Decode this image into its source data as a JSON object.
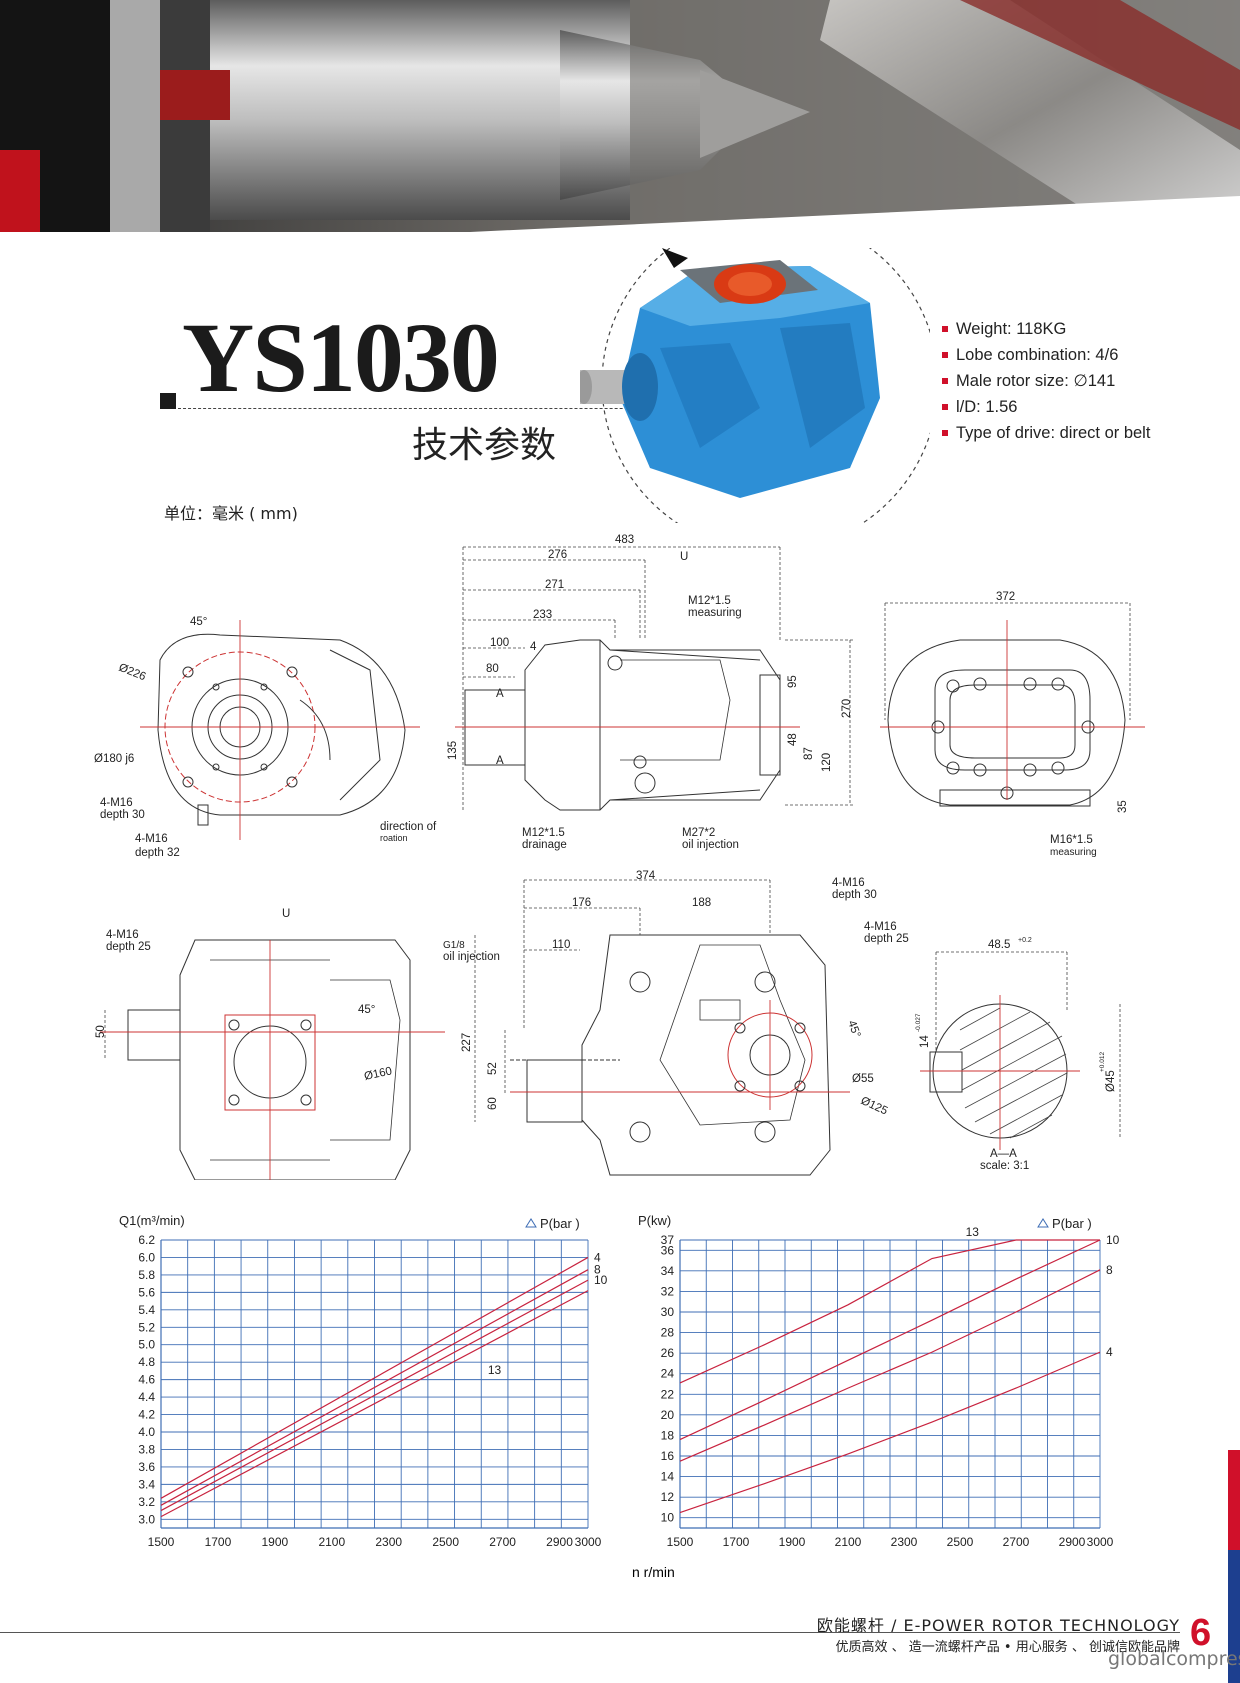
{
  "header": {
    "model": "YS1030",
    "subtitle": "技术参数"
  },
  "specs": [
    "Weight: 118KG",
    "Lobe combination: 4/6",
    "Male rotor size: ∅141",
    "l/D: 1.56",
    "Type of drive: direct or belt"
  ],
  "unit_label": "单位：毫米 ( mm)",
  "drawings": {
    "front": {
      "angle": "45°",
      "dia226": "Ø226",
      "dia180": "Ø180  j6",
      "bolt1": "4-M16",
      "bolt1_depth": "depth 30",
      "bolt2": "4-M16",
      "bolt2_depth": "depth 32",
      "rotation": "direction of",
      "rotation2": "roation"
    },
    "side": {
      "d483": "483",
      "d276": "276",
      "d271": "271",
      "d233": "233",
      "d100": "100",
      "d4": "4",
      "d80": "80",
      "u": "U",
      "a1": "A",
      "a2": "A",
      "d135": "135",
      "d95": "95",
      "d270": "270",
      "d48": "48",
      "d87": "87",
      "d120": "120",
      "measure_label": "M12*1.5",
      "measure_sub": "measuring",
      "drain_label": "M12*1.5",
      "drain_sub": "drainage",
      "oil_label": "M27*2",
      "oil_sub": "oil injection"
    },
    "end": {
      "d372": "372",
      "d35": "35",
      "thread": "M16*1.5",
      "thread_sub": "measuring"
    },
    "top": {
      "u": "U",
      "bolt": "4-M16",
      "bolt_depth": "depth 25",
      "d50": "50",
      "angle": "45°",
      "dia160": "Ø160"
    },
    "rear": {
      "d374": "374",
      "d176": "176",
      "d188": "188",
      "d110": "110",
      "g18": "G1/8",
      "g18_sub": "oil injection",
      "d227": "227",
      "d52": "52",
      "d60": "60",
      "bolt_a": "4-M16",
      "bolt_a_depth": "depth 30",
      "bolt_b": "4-M16",
      "bolt_b_depth": "depth 25",
      "angle": "45°",
      "dia55": "Ø55",
      "dia125": "Ø125"
    },
    "section": {
      "width": "48.5",
      "width_tol": "+0.2",
      "key": "14",
      "key_tol": "-0.027",
      "dia": "Ø45",
      "dia_tol": "+0.012",
      "title": "A—A",
      "scale": "scale: 3:1"
    }
  },
  "chart_data": [
    {
      "type": "line",
      "ylabel": "Q1(m³/min)",
      "legend": "P(bar )",
      "xlabel": "n  r/min",
      "x": [
        1500,
        3000
      ],
      "xticks": [
        1500,
        1700,
        1900,
        2100,
        2300,
        2500,
        2700,
        2900,
        3000
      ],
      "xlim": [
        1500,
        3000
      ],
      "ylim": [
        2.9,
        6.2
      ],
      "yticks": [
        3.0,
        3.2,
        3.4,
        3.6,
        3.8,
        4.0,
        4.2,
        4.4,
        4.6,
        4.8,
        5.0,
        5.2,
        5.4,
        5.6,
        5.8,
        6.0,
        6.2
      ],
      "series": [
        {
          "name": "4",
          "values": [
            3.24,
            6.0
          ]
        },
        {
          "name": "8",
          "values": [
            3.16,
            5.86
          ]
        },
        {
          "name": "10",
          "values": [
            3.1,
            5.74
          ]
        },
        {
          "name": "13",
          "values": [
            3.03,
            5.62
          ]
        }
      ],
      "annotations": [
        {
          "text": "13",
          "x": 2620,
          "y": 4.71
        }
      ],
      "grid": true
    },
    {
      "type": "line",
      "ylabel": "P(kw)",
      "legend": "P(bar )",
      "xlabel": "",
      "x": [
        1500,
        1800,
        2100,
        2400,
        2700,
        3000
      ],
      "xticks": [
        1500,
        1700,
        1900,
        2100,
        2300,
        2500,
        2700,
        2900,
        3000
      ],
      "xlim": [
        1500,
        3000
      ],
      "ylim": [
        9,
        37
      ],
      "yticks": [
        10,
        12,
        14,
        16,
        18,
        20,
        22,
        24,
        26,
        28,
        30,
        32,
        34,
        36,
        37
      ],
      "series": [
        {
          "name": "4",
          "values": [
            10.5,
            13.3,
            16.2,
            19.3,
            22.6,
            26.1
          ]
        },
        {
          "name": "8",
          "values": [
            15.5,
            19.0,
            22.6,
            26.1,
            30.0,
            34.1
          ]
        },
        {
          "name": "10",
          "values": [
            17.6,
            21.4,
            25.3,
            29.2,
            33.2,
            37.0
          ]
        },
        {
          "name": "13",
          "values": [
            23.1,
            26.8,
            30.7,
            35.2,
            37.0,
            37.0
          ]
        }
      ],
      "grid": true
    }
  ],
  "footer": {
    "brand": "欧能螺杆 / E-POWER ROTOR TECHNOLOGY",
    "slogan": "优质高效 、 造一流螺杆产品 •  用心服务 、 创诚信欧能品牌",
    "page": "6",
    "watermark": "globalcompressor"
  }
}
